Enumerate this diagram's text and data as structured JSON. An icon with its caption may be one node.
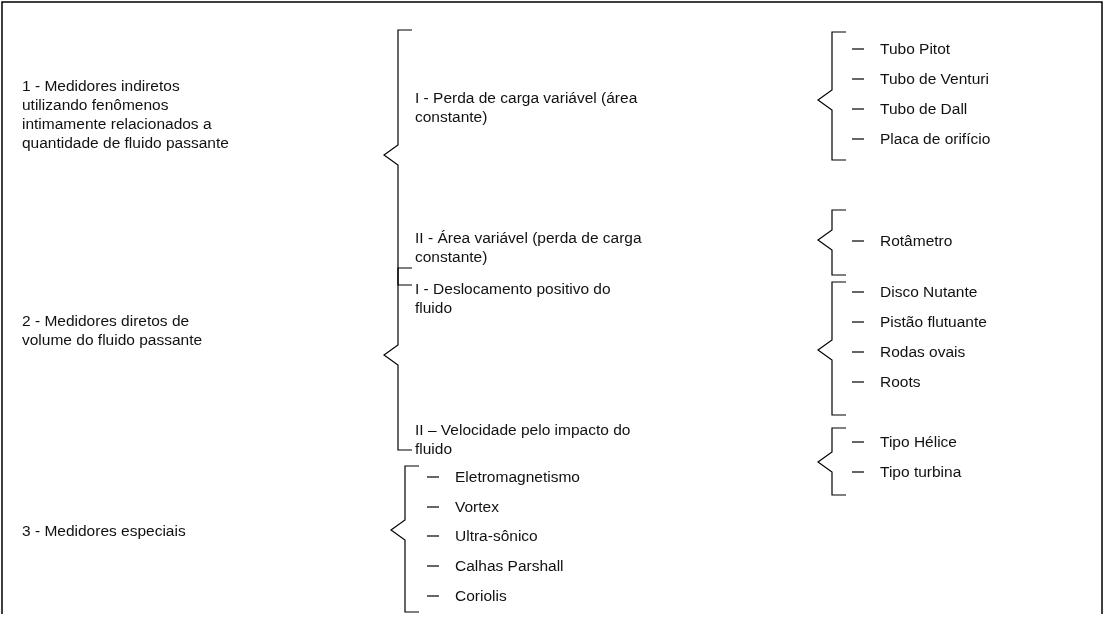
{
  "diagram": {
    "labels": [
      "1 - Medidores indiretos utilizando fenômenos intimamente relacionados a quantidade de fluido passante",
      "I - Perda de carga variável (área constante)",
      "Tubo Pitot",
      "Tubo de Venturi",
      "Tubo de Dall",
      "Placa de orifício",
      "II - Área variável (perda de carga constante)",
      "Rotâmetro",
      "2 - Medidores diretos de volume do fluido passante",
      "I - Deslocamento positivo do fluido",
      "Disco Nutante",
      "Pistão flutuante",
      "Rodas ovais",
      "Roots",
      "II – Velocidade pelo impacto do fluido",
      "Tipo Hélice",
      "Tipo turbina",
      "3 - Medidores especiais",
      "Eletromagnetismo",
      "Vortex",
      "Ultra-sônico",
      "Calhas Parshall",
      "Coriolis"
    ]
  }
}
